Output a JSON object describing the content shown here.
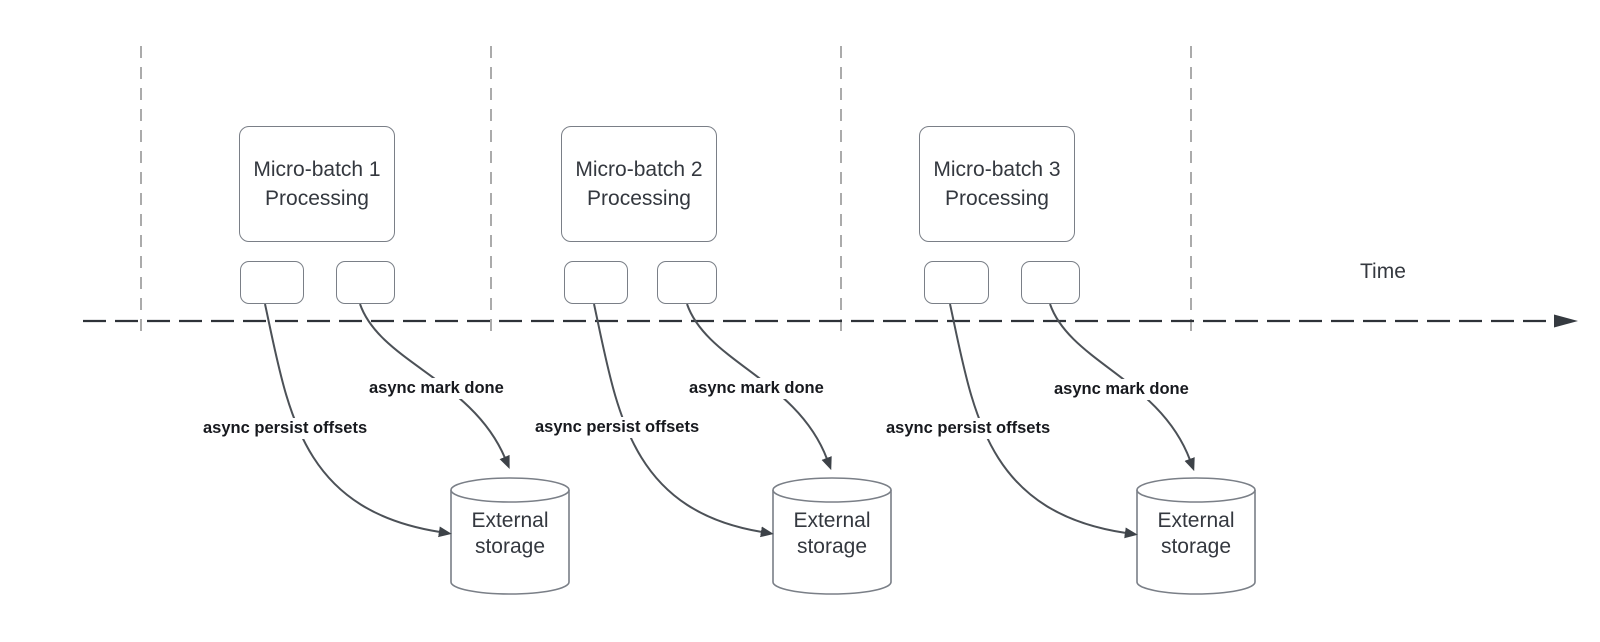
{
  "timeline": {
    "label": "Time"
  },
  "groups": [
    {
      "process_label": "Micro-batch 1\nProcessing",
      "persist_label": "async persist offsets",
      "mark_done_label": "async mark done",
      "storage_label": "External\nstorage"
    },
    {
      "process_label": "Micro-batch 2\nProcessing",
      "persist_label": "async persist offsets",
      "mark_done_label": "async mark done",
      "storage_label": "External\nstorage"
    },
    {
      "process_label": "Micro-batch 3\nProcessing",
      "persist_label": "async persist offsets",
      "mark_done_label": "async mark done",
      "storage_label": "External\nstorage"
    }
  ],
  "colors": {
    "background": "#ffffff",
    "shape_border": "#7a7f87",
    "shape_text": "#34383f",
    "edge_stroke": "#4c5157",
    "arrowhead_fill": "#3d4248",
    "edge_label_text": "#17191e",
    "timeline_stroke": "#2e3238",
    "gridline_stroke": "#ababab"
  }
}
